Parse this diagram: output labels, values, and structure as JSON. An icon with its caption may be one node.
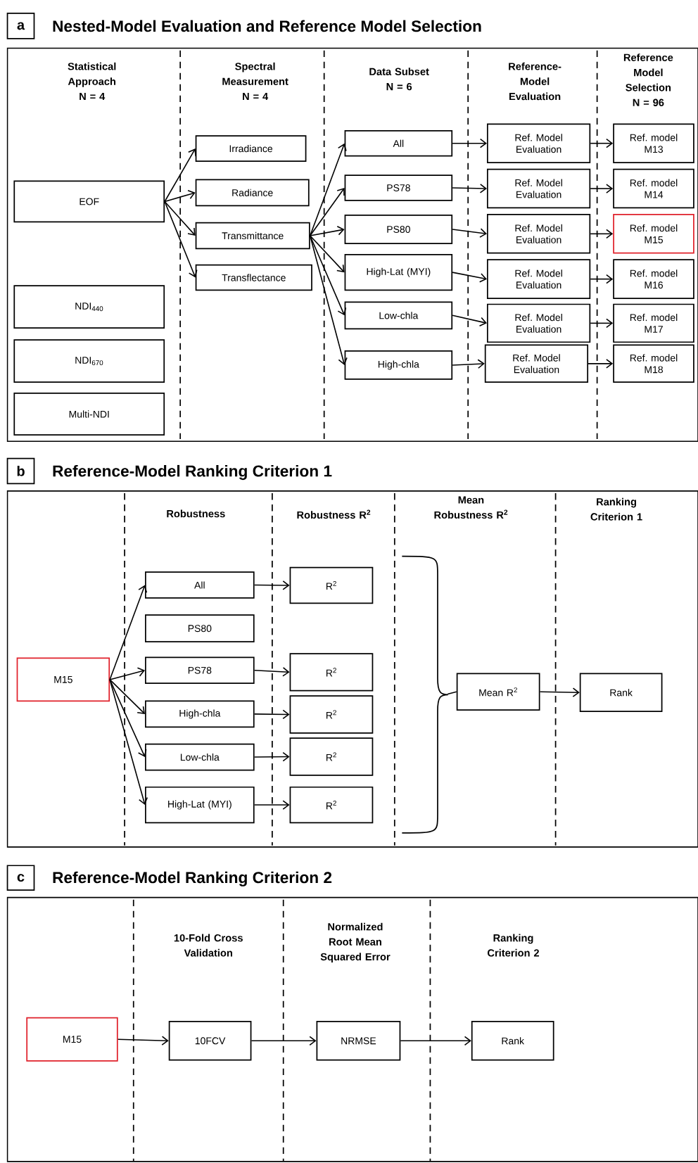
{
  "diagram": {
    "nodes": [
      {
        "text": [
          "a"
        ]
      },
      {
        "text": [
          "Nested-Model Evaluation and Reference Model Selection"
        ]
      },
      {
        "text": [
          "EOF"
        ],
        "in": 1
      },
      {
        "text": [
          "NDI$_{440}$"
        ],
        "in": 1
      },
      {
        "text": [
          "NDI$_{670}$"
        ],
        "in": 1
      },
      {
        "text": [
          "Multi-NDI"
        ],
        "in": 1
      },
      {
        "text": [
          "Irradiance"
        ],
        "in": 1
      },
      {
        "text": [
          "Radiance"
        ],
        "in": 1
      },
      {
        "text": [
          "Transmittance"
        ],
        "in": 1
      },
      {
        "text": [
          "Transflectance"
        ],
        "in": 1
      },
      {
        "text": [
          "All"
        ],
        "in": 1
      },
      {
        "text": [
          "PS78"
        ],
        "in": 1
      },
      {
        "text": [
          "PS80"
        ],
        "in": 1
      },
      {
        "text": [
          "High-Lat (MYI)"
        ],
        "in": 1
      },
      {
        "text": [
          "Low-chla"
        ],
        "in": 1
      },
      {
        "text": [
          "High-chla"
        ],
        "in": 1
      },
      {
        "text": [
          "Ref. Model Evaluation"
        ],
        "in": 1
      },
      {
        "text": [
          "Ref. Model Evaluation"
        ],
        "in": 1
      },
      {
        "text": [
          "Ref. Model Evaluation"
        ],
        "in": 1
      },
      {
        "text": [
          "Ref. Model Evaluation"
        ],
        "in": 1
      },
      {
        "text": [
          "Ref. Model Evaluation"
        ],
        "in": 1
      },
      {
        "text": [
          "Ref. Model Evaluation"
        ],
        "in": 1
      },
      {
        "text": [
          "Ref. model M13"
        ],
        "in": 1
      },
      {
        "text": [
          "Ref. model M14"
        ],
        "in": 1
      },
      {
        "text": [
          "Ref. model M15"
        ],
        "in": 1
      },
      {
        "text": [
          "Ref. model M16"
        ],
        "in": 1
      },
      {
        "text": [
          "Ref. model M17"
        ],
        "in": 1
      },
      {
        "text": [
          "Ref. model M18"
        ],
        "in": 1
      },
      {
        "text": [
          "b"
        ]
      },
      {
        "text": [
          "Reference-Model Ranking Criterion 1"
        ]
      },
      {
        "text": [
          "M15"
        ],
        "in": 29
      },
      {
        "text": [
          "All"
        ],
        "in": 29
      },
      {
        "text": [
          "PS80"
        ],
        "in": 29
      },
      {
        "text": [
          "PS78"
        ],
        "in": 29
      },
      {
        "text": [
          "High-chla"
        ],
        "in": 29
      },
      {
        "text": [
          "Low-chla"
        ],
        "in": 29
      },
      {
        "text": [
          "High-Lat (MYI)"
        ],
        "in": 29
      },
      {
        "text": [
          "R$^{2}$"
        ],
        "in": 29
      },
      {
        "text": [
          "R$^{2}$"
        ],
        "in": 29
      },
      {
        "text": [
          "R$^{2}$"
        ],
        "in": 29
      },
      {
        "text": [
          "R$^{2}$"
        ],
        "in": 29
      },
      {
        "text": [
          "R$^{2}$"
        ],
        "in": 29
      },
      {
        "text": [],
        "shape": "brace",
        "in": 29
      },
      {
        "text": [
          "Mean R$^{2}$"
        ],
        "in": 29
      },
      {
        "text": [
          "Rank"
        ],
        "in": 29
      },
      {
        "text": [
          "c"
        ]
      },
      {
        "text": [
          "Reference-Model Ranking Criterion 2"
        ]
      },
      {
        "text": [
          "M15"
        ],
        "in": 46
      },
      {
        "text": [
          "10FCV"
        ],
        "in": 46
      },
      {
        "text": [
          "NRMSE"
        ],
        "in": 46
      },
      {
        "text": [
          "Rank"
        ],
        "in": 46
      }
    ],
    "edges": [
      {
        "from": 2,
        "to": 6,
        "arrow": "to"
      },
      {
        "from": 2,
        "to": 7,
        "arrow": "to"
      },
      {
        "from": 2,
        "to": 8,
        "arrow": "to"
      },
      {
        "from": 2,
        "to": 9,
        "arrow": "to"
      },
      {
        "from": 8,
        "to": 10,
        "arrow": "to"
      },
      {
        "from": 8,
        "to": 11,
        "arrow": "to"
      },
      {
        "from": 8,
        "to": 12,
        "arrow": "to"
      },
      {
        "from": 8,
        "to": 13,
        "arrow": "to"
      },
      {
        "from": 8,
        "to": 14,
        "arrow": "to"
      },
      {
        "from": 8,
        "to": 15,
        "arrow": "to"
      },
      {
        "from": 10,
        "to": 16,
        "arrow": "to"
      },
      {
        "from": 11,
        "to": 17,
        "arrow": "to"
      },
      {
        "from": 12,
        "to": 18,
        "arrow": "to"
      },
      {
        "from": 13,
        "to": 19,
        "arrow": "to"
      },
      {
        "from": 14,
        "to": 20,
        "arrow": "to"
      },
      {
        "from": 15,
        "to": 21,
        "arrow": "to"
      },
      {
        "from": 16,
        "to": 22,
        "arrow": "to"
      },
      {
        "from": 17,
        "to": 23,
        "arrow": "to"
      },
      {
        "from": 18,
        "to": 24,
        "arrow": "to"
      },
      {
        "from": 19,
        "to": 25,
        "arrow": "to"
      },
      {
        "from": 20,
        "to": 26,
        "arrow": "to"
      },
      {
        "from": 21,
        "to": 27,
        "arrow": "to"
      },
      {
        "from": 30,
        "to": 31,
        "arrow": "to"
      },
      {
        "from": 30,
        "to": 33,
        "arrow": "to"
      },
      {
        "from": 30,
        "to": 34,
        "arrow": "to"
      },
      {
        "from": 30,
        "to": 35,
        "arrow": "to"
      },
      {
        "from": 30,
        "to": 36,
        "arrow": "to"
      },
      {
        "from": 31,
        "to": 37,
        "arrow": "to"
      },
      {
        "from": 33,
        "to": 38,
        "arrow": "to"
      },
      {
        "from": 34,
        "to": 39,
        "arrow": "to"
      },
      {
        "from": 35,
        "to": 40,
        "arrow": "to"
      },
      {
        "from": 36,
        "to": 41,
        "arrow": "to"
      },
      {
        "from": 42,
        "to": 43,
        "arrow": "none"
      },
      {
        "from": 43,
        "to": 44,
        "arrow": "to"
      },
      {
        "from": 47,
        "to": 48,
        "arrow": "to"
      },
      {
        "from": 48,
        "to": 49,
        "arrow": "to"
      },
      {
        "from": 49,
        "to": 50,
        "arrow": "to"
      }
    ],
    "labels": [
      "Statistical Approach N = 4",
      "Spectral Measurement N = 4",
      "Data Subset N = 6",
      "Reference-Model Evaluation",
      "Reference Model Selection N = 96",
      "Robustness",
      "Robustness R$^{2}$",
      "Mean Robustness R$^{2}$",
      "Ranking Criterion 1",
      "10-Fold Cross Validation",
      "Normalized Root Mean Squared Error",
      "Ranking Criterion 2"
    ]
  }
}
